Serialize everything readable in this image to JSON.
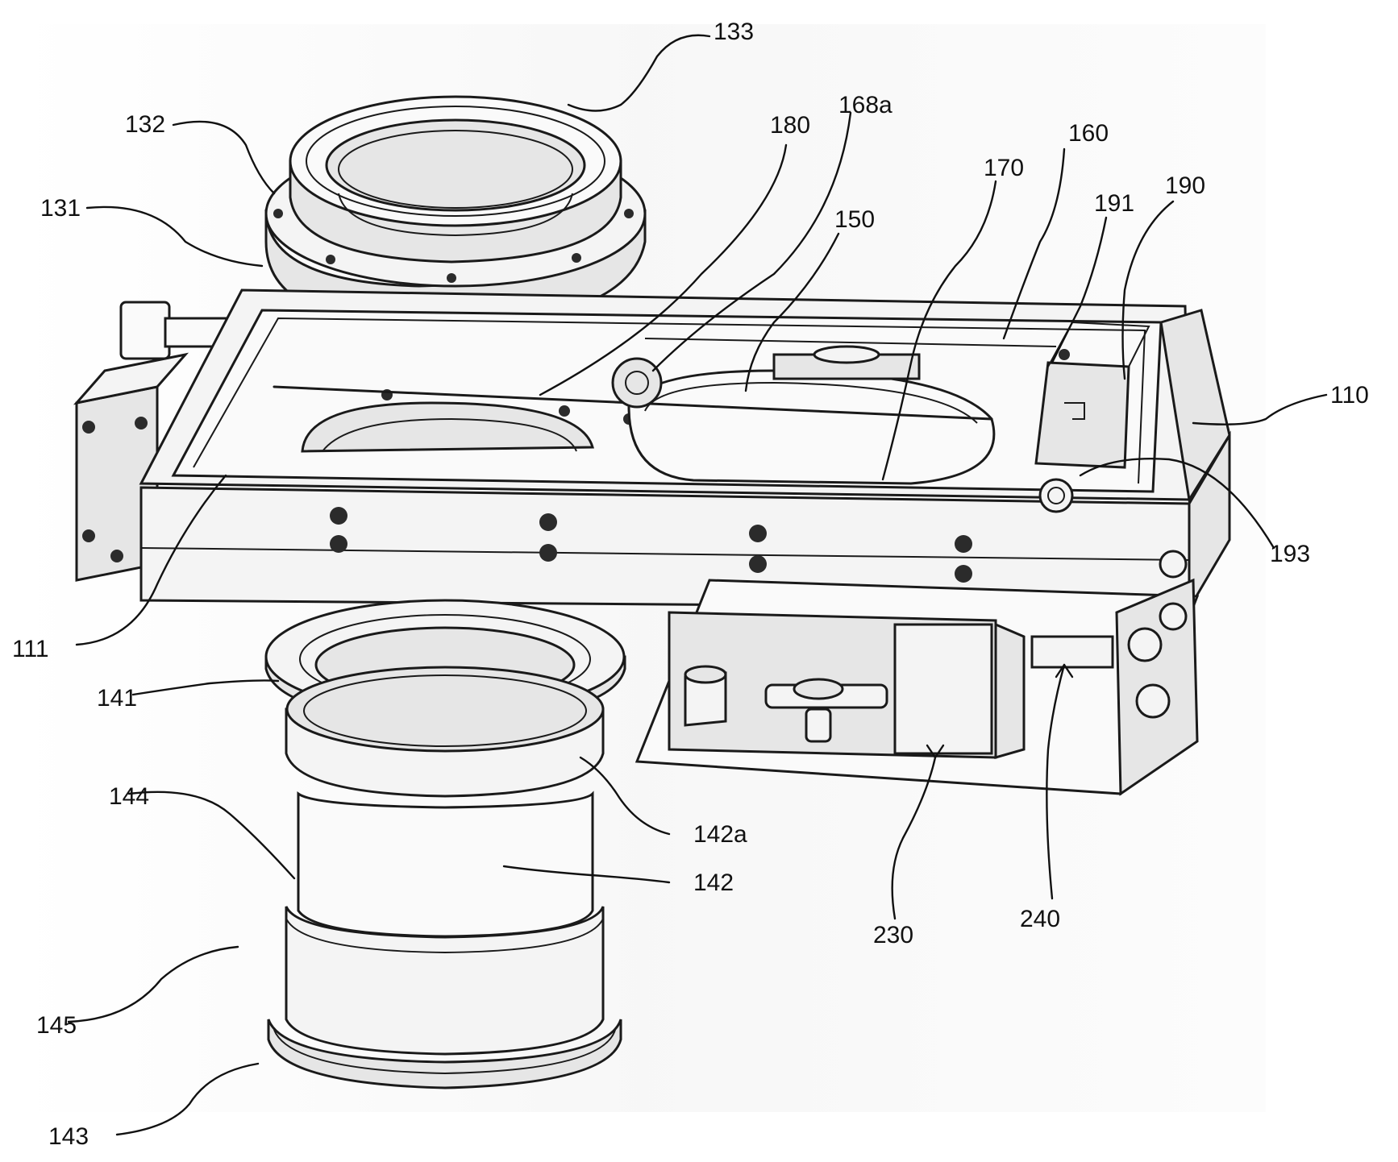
{
  "figure": {
    "labels": {
      "l133": "133",
      "l132": "132",
      "l131": "131",
      "l180": "180",
      "l168a": "168a",
      "l160": "160",
      "l170": "170",
      "l150": "150",
      "l191": "191",
      "l190": "190",
      "l110": "110",
      "l193": "193",
      "l111": "111",
      "l141": "141",
      "l142a": "142a",
      "l142": "142",
      "l144": "144",
      "l145": "145",
      "l143": "143",
      "l230": "230",
      "l240": "240"
    }
  }
}
